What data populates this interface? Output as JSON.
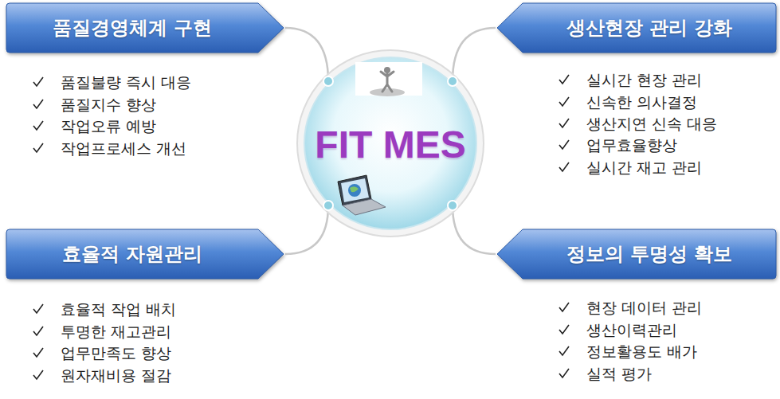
{
  "diagram": {
    "nodes": [
      {
        "text": [
          "품질경영체계 구현"
        ]
      },
      {
        "text": [
          "생산현장 관리 강화"
        ]
      },
      {
        "text": [
          "FIT MES"
        ]
      },
      {
        "text": [
          "효율적 자원관리"
        ]
      },
      {
        "text": [
          "정보의 투명성 확보"
        ]
      }
    ],
    "edges": [
      {
        "from": 2,
        "to": 0,
        "arrow": "none"
      },
      {
        "from": 2,
        "to": 1,
        "arrow": "none"
      },
      {
        "from": 2,
        "to": 3,
        "arrow": "none"
      },
      {
        "from": 2,
        "to": 4,
        "arrow": "none"
      }
    ],
    "labels": [
      "품질불량 즉시 대응",
      "품질지수 향상",
      "작업오류 예방",
      "작업프로세스 개선",
      "실시간 현장 관리",
      "신속한 의사결정",
      "생산지연 신속 대응",
      "업무효율향상",
      "실시간 재고 관리",
      "효율적 작업 배치",
      "투명한 재고관리",
      "업무만족도 향상",
      "원자재비용 절감",
      "현장 데이터 관리",
      "생산이력관리",
      "정보활용도 배가",
      "실적 평가"
    ]
  }
}
